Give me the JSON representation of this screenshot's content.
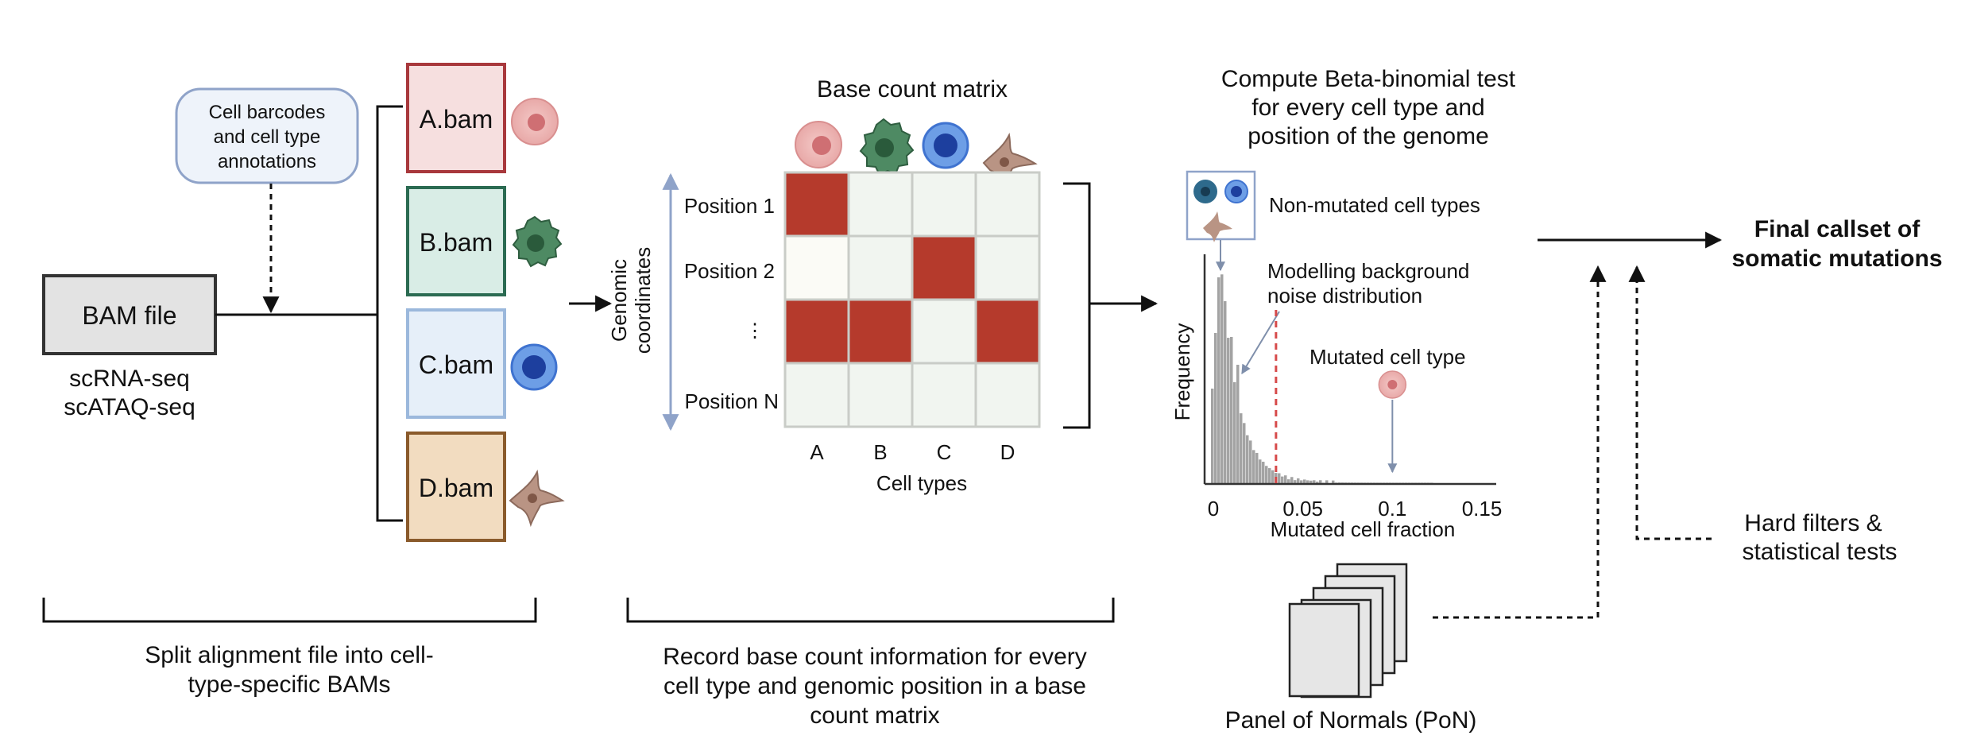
{
  "step1": {
    "bam_file": "BAM file",
    "assay_line1": "scRNA-seq",
    "assay_line2": "scATAQ-seq",
    "barcode_line1": "Cell barcodes",
    "barcode_line2": "and cell type",
    "barcode_line3": "annotations",
    "bams": [
      {
        "label": "A.bam",
        "fill": "#f6dfdf",
        "stroke": "#a8383c"
      },
      {
        "label": "B.bam",
        "fill": "#d9ede6",
        "stroke": "#2b6b52"
      },
      {
        "label": "C.bam",
        "fill": "#e6eff9",
        "stroke": "#9bb8dc"
      },
      {
        "label": "D.bam",
        "fill": "#f2dcc0",
        "stroke": "#8a5a2b"
      }
    ],
    "caption_line1": "Split alignment file into cell-",
    "caption_line2": "type-specific BAMs"
  },
  "step2": {
    "title": "Base count matrix",
    "axis_line1": "Genomic",
    "axis_line2": "coordinates",
    "rows": [
      "Position 1",
      "Position 2",
      "⋮",
      "Position N"
    ],
    "cols": [
      "A",
      "B",
      "C",
      "D"
    ],
    "xlabel": "Cell types",
    "matrix": [
      [
        1,
        0,
        0,
        0
      ],
      [
        0,
        0,
        1,
        0
      ],
      [
        1,
        1,
        0,
        1
      ],
      [
        0,
        0,
        0,
        0
      ]
    ],
    "caption_line1": "Record base count information for every",
    "caption_line2": "cell type and genomic position in a base",
    "caption_line3": "count matrix"
  },
  "step3": {
    "title_line1": "Compute Beta-binomial test",
    "title_line2": "for every cell type and",
    "title_line3": "position of the genome",
    "non_mutated": "Non-mutated cell types",
    "modelling_line1": "Modelling background",
    "modelling_line2": "noise distribution",
    "mutated": "Mutated cell type",
    "chart_data": {
      "type": "bar",
      "xlabel": "Mutated cell fraction",
      "ylabel": "Frequency",
      "xticks": [
        "0",
        "0.05",
        "0.1",
        "0.15"
      ],
      "xlim": [
        0,
        0.15
      ],
      "threshold": 0.035,
      "mutated_value": 0.1
    },
    "pon": "Panel of Normals (PoN)"
  },
  "step4": {
    "final_line1": "Final callset of",
    "final_line2": "somatic mutations",
    "filters_line1": "Hard filters &",
    "filters_line2": "statistical tests"
  },
  "colors": {
    "matrix_on": "#b53a2c",
    "matrix_off": "#f1f5f0",
    "matrix_off_alt": "#fbfbf6",
    "axis_arrow": "#8fa3c9",
    "cell_a": "#e8a9a8",
    "cell_b": "#3f7b58",
    "cell_c": "#3f73d0",
    "cell_d": "#a5826f"
  }
}
